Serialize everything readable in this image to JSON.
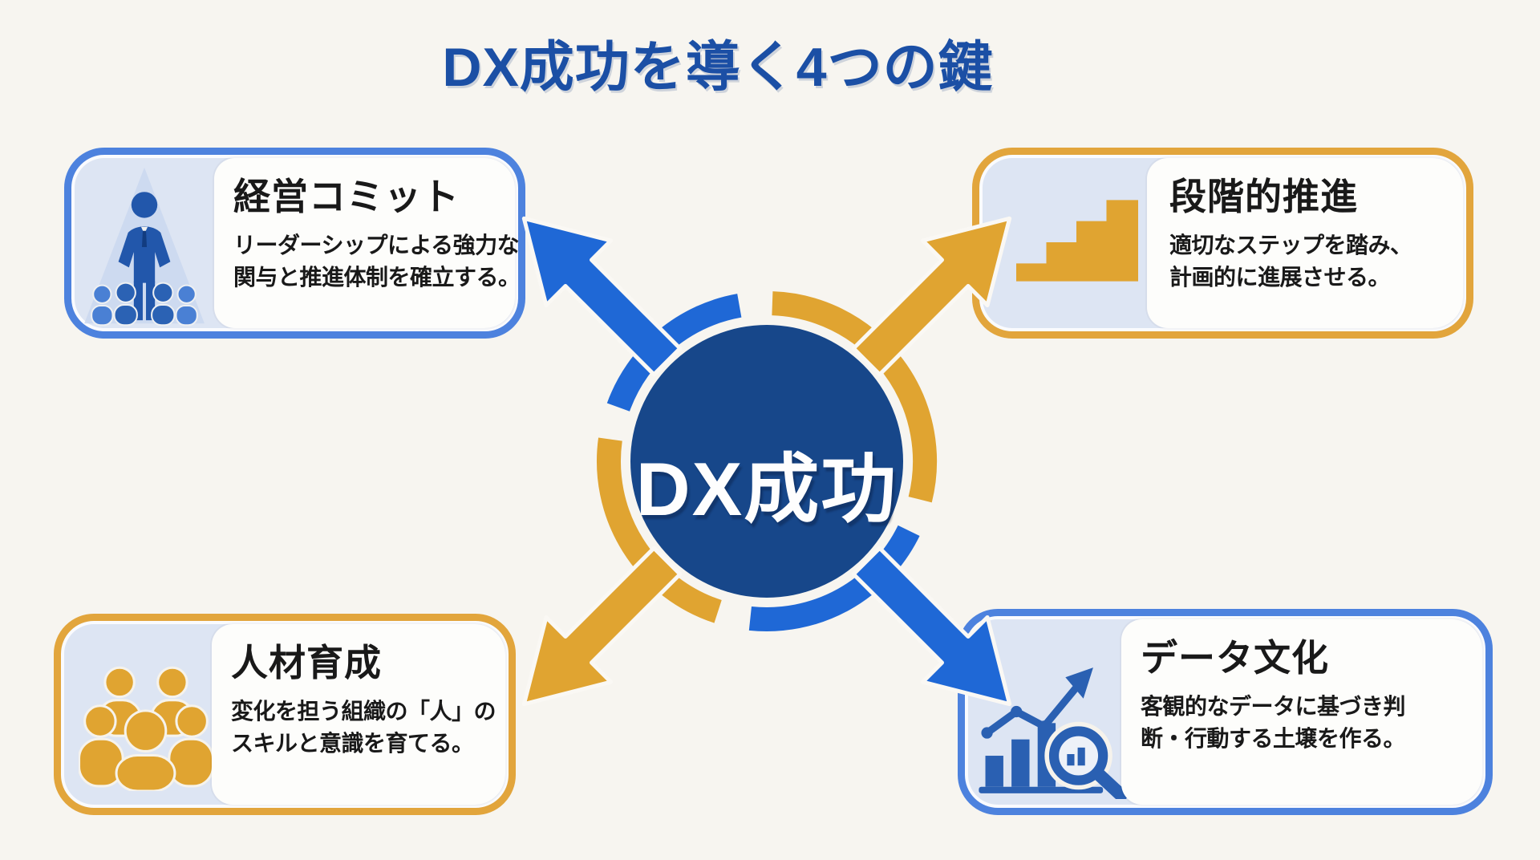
{
  "title": "DX成功を導く4つの鍵",
  "center": {
    "label": "DX成功"
  },
  "cards": [
    {
      "title": "経営コミット",
      "description": "リーダーシップによる強力な\n関与と推進体制を確立する。",
      "icon": "leader-spotlight-icon",
      "accent": "blue"
    },
    {
      "title": "段階的推進",
      "description": "適切なステップを踏み、\n計画的に進展させる。",
      "icon": "stairs-icon",
      "accent": "gold"
    },
    {
      "title": "人材育成",
      "description": "変化を担う組織の「人」の\nスキルと意識を育てる。",
      "icon": "people-group-icon",
      "accent": "gold"
    },
    {
      "title": "データ文化",
      "description": "客観的なデータに基づき判\n断・行動する土壌を作る。",
      "icon": "data-chart-magnifier-icon",
      "accent": "blue"
    }
  ],
  "colors": {
    "background": "#f7f5f0",
    "title": "#1b4fa5",
    "navy": "#17478a",
    "blue": "#1f68d6",
    "gold": "#e0a431",
    "card_border_blue": "#4d82de",
    "card_border_gold": "#e2a53c",
    "card_inner": "#dde5f3",
    "panel": "#fdfdfb",
    "text": "#191919",
    "icon_blue": "#2a60b2"
  }
}
